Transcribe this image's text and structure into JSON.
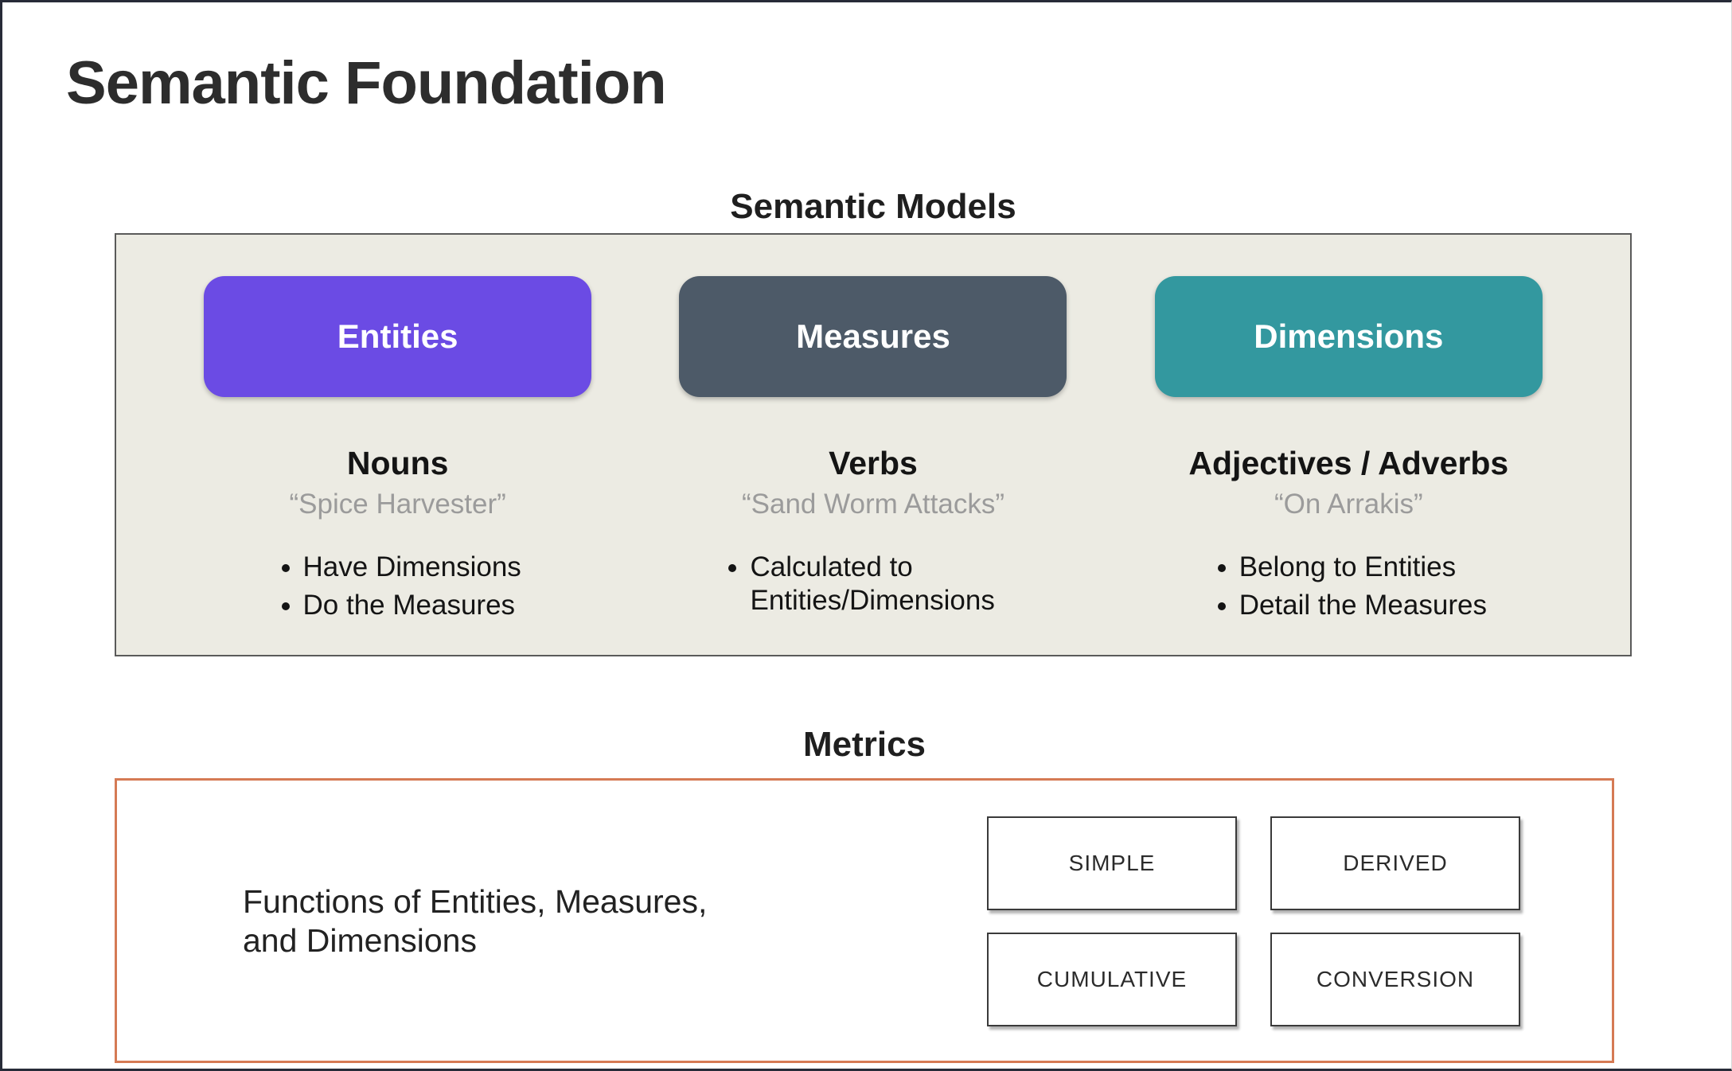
{
  "slide": {
    "title": "Semantic Foundation"
  },
  "semantic_models": {
    "heading": "Semantic Models",
    "panel_bg": "#ecebe3",
    "columns": [
      {
        "box_label": "Entities",
        "box_color": "#6b4be4",
        "role": "Nouns",
        "example": "“Spice Harvester”",
        "bullets": [
          "Have Dimensions",
          "Do the Measures"
        ]
      },
      {
        "box_label": "Measures",
        "box_color": "#4d5a68",
        "role": "Verbs",
        "example": "“Sand Worm Attacks”",
        "bullets": [
          "Calculated to Entities/Dimensions"
        ]
      },
      {
        "box_label": "Dimensions",
        "box_color": "#33989f",
        "role": "Adjectives / Adverbs",
        "example": "“On Arrakis”",
        "bullets": [
          "Belong to Entities",
          "Detail the Measures"
        ]
      }
    ]
  },
  "metrics": {
    "heading": "Metrics",
    "border_color": "#d57a54",
    "description": "Functions of Entities, Measures,\nand Dimensions",
    "types": [
      "SIMPLE",
      "DERIVED",
      "CUMULATIVE",
      "CONVERSION"
    ]
  }
}
